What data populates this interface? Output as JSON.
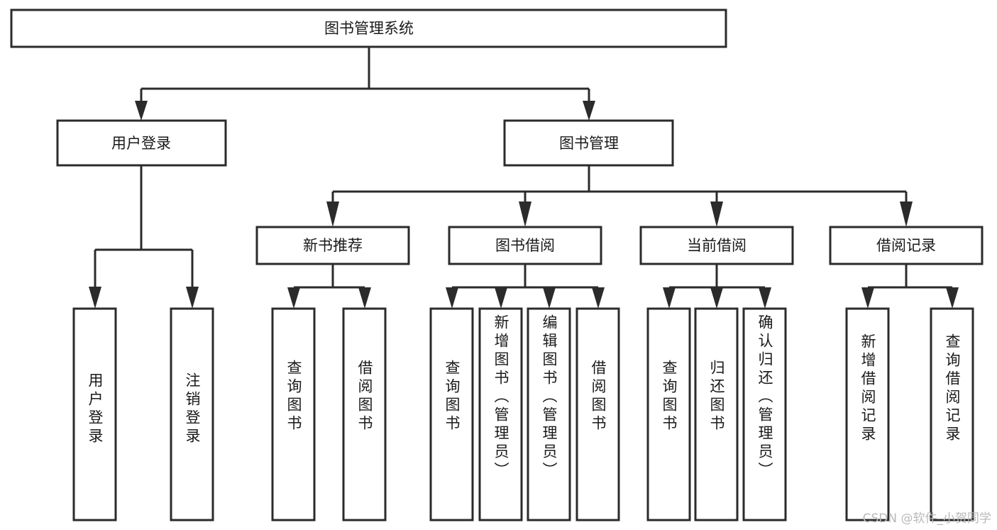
{
  "diagram": {
    "type": "hierarchy-tree",
    "title": "图书管理系统",
    "orientation": "top-down",
    "levels": 4,
    "root": {
      "id": "root",
      "label": "图书管理系统"
    },
    "level2": [
      {
        "id": "user-login",
        "label": "用户登录"
      },
      {
        "id": "book-management",
        "label": "图书管理"
      }
    ],
    "level3": [
      {
        "id": "new-book-recommend",
        "label": "新书推荐",
        "parent": "book-management"
      },
      {
        "id": "book-borrow",
        "label": "图书借阅",
        "parent": "book-management"
      },
      {
        "id": "current-borrow",
        "label": "当前借阅",
        "parent": "book-management"
      },
      {
        "id": "borrow-record",
        "label": "借阅记录",
        "parent": "book-management"
      }
    ],
    "leaves": [
      {
        "id": "leaf-user-login",
        "label": "用户登录",
        "parent": "user-login"
      },
      {
        "id": "leaf-logout",
        "label": "注销登录",
        "parent": "user-login"
      },
      {
        "id": "leaf-query-book-1",
        "label": "查询图书",
        "parent": "new-book-recommend"
      },
      {
        "id": "leaf-borrow-book-1",
        "label": "借阅图书",
        "parent": "new-book-recommend"
      },
      {
        "id": "leaf-query-book-2",
        "label": "查询图书",
        "parent": "book-borrow"
      },
      {
        "id": "leaf-add-book",
        "label": "新增图书（管理员）",
        "parent": "book-borrow"
      },
      {
        "id": "leaf-edit-book",
        "label": "编辑图书（管理员）",
        "parent": "book-borrow"
      },
      {
        "id": "leaf-borrow-book-2",
        "label": "借阅图书",
        "parent": "book-borrow"
      },
      {
        "id": "leaf-query-book-3",
        "label": "查询图书",
        "parent": "current-borrow"
      },
      {
        "id": "leaf-return-book",
        "label": "归还图书",
        "parent": "current-borrow"
      },
      {
        "id": "leaf-confirm-return",
        "label": "确认归还（管理员）",
        "parent": "current-borrow"
      },
      {
        "id": "leaf-add-record",
        "label": "新增借阅记录",
        "parent": "borrow-record"
      },
      {
        "id": "leaf-query-record",
        "label": "查询借阅记录",
        "parent": "borrow-record"
      }
    ],
    "colors": {
      "box_stroke": "#2b2b2b",
      "box_fill": "#ffffff",
      "edge": "#2b2b2b",
      "text": "#1a1a1a",
      "background": "#ffffff",
      "watermark": "#b9b9b9"
    }
  },
  "watermark": {
    "text": "CSDN @软件_小贺同学"
  }
}
